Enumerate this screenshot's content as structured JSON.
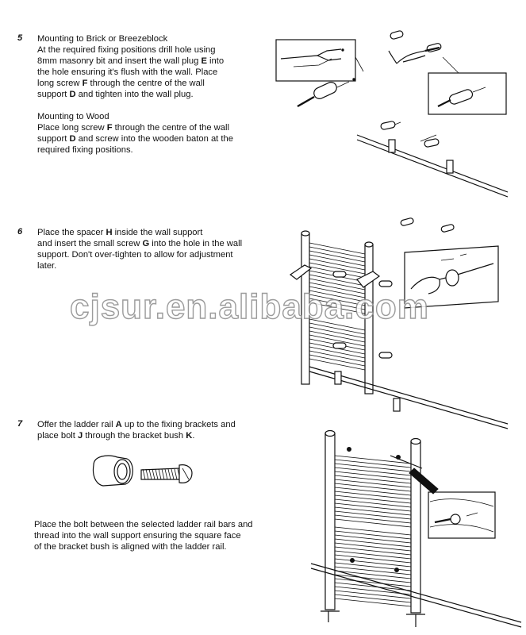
{
  "step5": {
    "number": "5",
    "brick_title": "Mounting to Brick or Breezeblock",
    "brick_lines": [
      "At the required fixing positions drill hole using",
      "8mm masonry bit and insert the wall plug |E| into",
      "the hole ensuring it's flush with the wall.  Place",
      "long screw |F| through the centre of the wall",
      "support |D| and tighten into the wall plug."
    ],
    "wood_title": "Mounting to Wood",
    "wood_lines": [
      "Place long screw |F| through the centre of the wall",
      "support |D| and screw into the wooden baton at the",
      "required fixing positions."
    ]
  },
  "step6": {
    "number": "6",
    "lines": [
      "Place the spacer |H| inside the wall support",
      "and insert the small screw |G| into the hole in the wall",
      "support.  Don't over-tighten to allow for adjustment",
      "later."
    ]
  },
  "step7": {
    "number": "7",
    "lines_top": [
      "Offer the ladder rail |A| up to the fixing brackets and",
      "place bolt |J| through the bracket bush |K|."
    ],
    "lines_bottom": [
      "Place the bolt between the selected ladder rail bars and",
      "thread into the wall support ensuring the square face",
      "of the bracket bush is aligned with the ladder rail."
    ]
  },
  "watermark": "cjsur.en.alibaba.com",
  "colors": {
    "ink": "#111111",
    "watermark_outline": "#8a8a8a",
    "background": "#ffffff"
  }
}
